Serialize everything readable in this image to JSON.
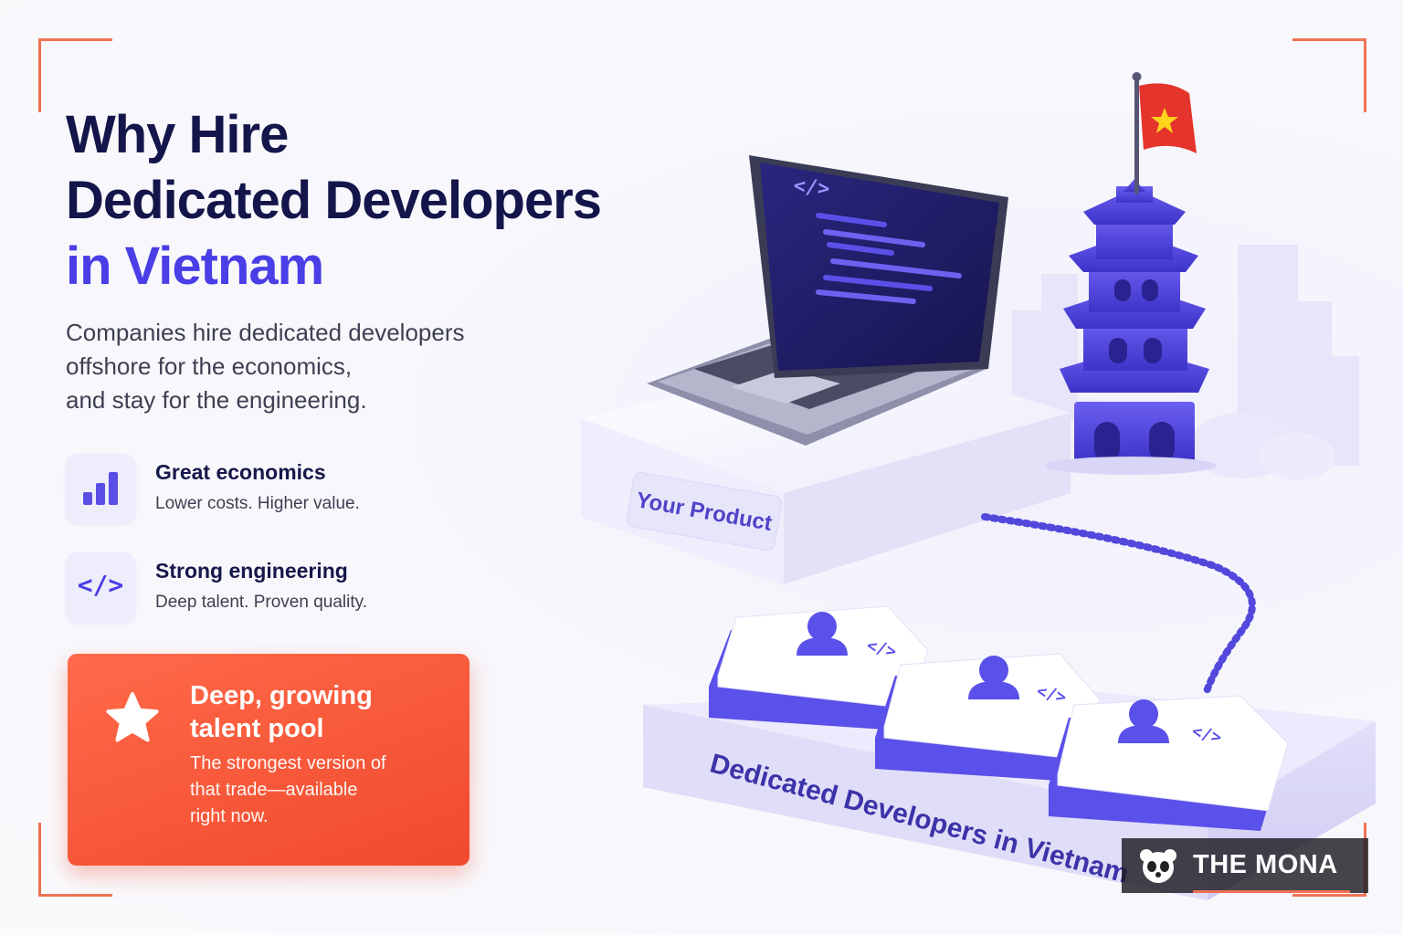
{
  "headline": {
    "line1": "Why Hire",
    "line2": "Dedicated Developers",
    "line3": "in Vietnam"
  },
  "intro": {
    "line1": "Companies hire dedicated developers",
    "line2": "offshore for the economics,",
    "line3": "and stay for the engineering."
  },
  "features": [
    {
      "icon": "bar-chart-icon",
      "title": "Great economics",
      "description": "Lower costs. Higher value."
    },
    {
      "icon": "code-icon",
      "glyph": "</>",
      "title": "Strong engineering",
      "description": "Deep talent. Proven quality."
    }
  ],
  "callout": {
    "icon": "star-icon",
    "title_line1": "Deep, growing",
    "title_line2": "talent pool",
    "body_line1": "The strongest version of",
    "body_line2": "that trade—available",
    "body_line3": "right now."
  },
  "illustration": {
    "laptop_code_tag": "</>",
    "product_label": "Your Product",
    "platform_label": "Dedicated Developers in Vietnam",
    "developer_code_tag": "</>",
    "developer_count": 3,
    "flag": "Vietnam"
  },
  "brand": {
    "name": "THE MONA",
    "icon": "panda-logo-icon"
  },
  "colors": {
    "navy": "#14154a",
    "indigo": "#4a3ee6",
    "coral": "#f05a3c",
    "flag_red": "#e5342b",
    "flag_star": "#ffd21e"
  }
}
